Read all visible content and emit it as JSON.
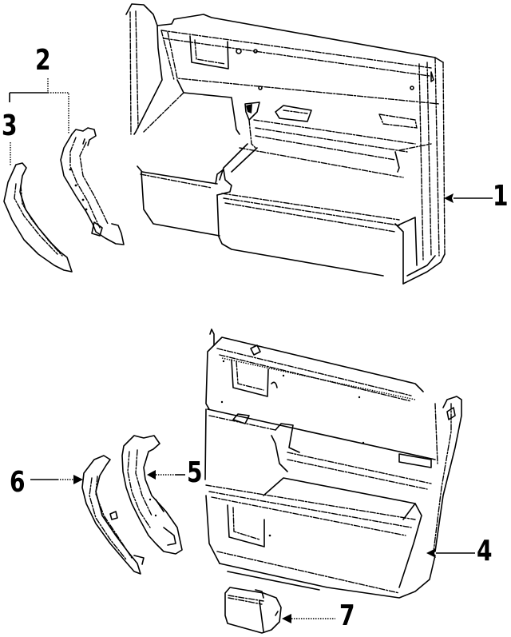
{
  "diagram": {
    "type": "exploded-parts-diagram",
    "subject": "Door trim panels",
    "background": "#ffffff",
    "line_color": "#000000"
  },
  "callouts": [
    {
      "id": "1",
      "label": "1",
      "part": "front-door-trim-panel"
    },
    {
      "id": "2",
      "label": "2",
      "part": "front-pull-handle-assembly"
    },
    {
      "id": "3",
      "label": "3",
      "part": "front-pull-handle-cover"
    },
    {
      "id": "4",
      "label": "4",
      "part": "rear-door-trim-panel"
    },
    {
      "id": "5",
      "label": "5",
      "part": "rear-pull-handle"
    },
    {
      "id": "6",
      "label": "6",
      "part": "rear-pull-handle-cover"
    },
    {
      "id": "7",
      "label": "7",
      "part": "switch-bezel"
    }
  ]
}
